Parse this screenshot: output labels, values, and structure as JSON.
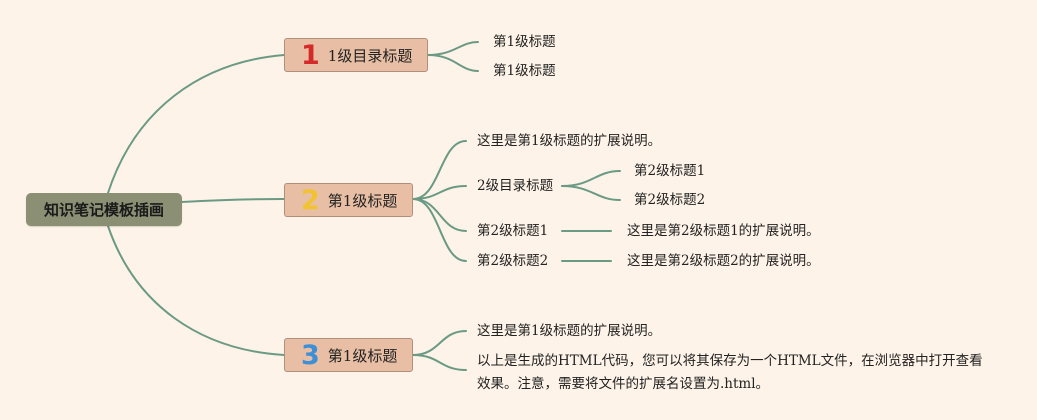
{
  "root": {
    "label": "知识笔记模板插画"
  },
  "branch1": {
    "number": "1",
    "number_color": "#d42a2a",
    "title": "1级目录标题",
    "children": [
      "第1级标题",
      "第1级标题"
    ]
  },
  "branch2": {
    "number": "2",
    "number_color": "#f1c232",
    "title": "第1级标题",
    "description": "这里是第1级标题的扩展说明。",
    "sub_heading": "2级目录标题",
    "sub_children": [
      "第2级标题1",
      "第2级标题2"
    ],
    "rows": [
      {
        "title": "第2级标题1",
        "note": "这里是第2级标题1的扩展说明。"
      },
      {
        "title": "第2级标题2",
        "note": "这里是第2级标题2的扩展说明。"
      }
    ]
  },
  "branch3": {
    "number": "3",
    "number_color": "#3d8fd6",
    "title": "第1级标题",
    "description": "这里是第1级标题的扩展说明。",
    "paragraph": "以上是生成的HTML代码，您可以将其保存为一个HTML文件，在浏览器中打开查看效果。注意，需要将文件的扩展名设置为.html。"
  },
  "colors": {
    "background": "#fdf3e8",
    "connector": "#6b9a84",
    "root_fill": "#8b8f73",
    "branch_fill": "#e8bfa5"
  }
}
